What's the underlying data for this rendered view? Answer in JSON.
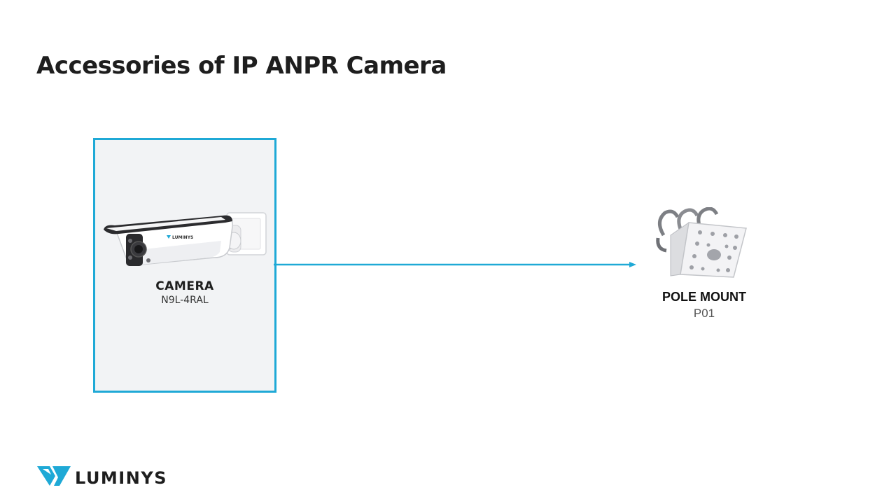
{
  "slide": {
    "title": "Accessories of IP ANPR Camera"
  },
  "camera": {
    "name": "CAMERA",
    "model": "N9L-4RAL",
    "brand_mark": "LUMINYS"
  },
  "mount": {
    "name": "POLE MOUNT",
    "model": "P01"
  },
  "footer": {
    "logo_text": "LUMINYS"
  },
  "colors": {
    "accent": "#1fa9d6",
    "box_background": "#f2f3f5",
    "title_text": "#1e1e1e"
  },
  "icons": [
    "camera-image",
    "pole-mount-image",
    "luminys-logo-icon",
    "arrow-icon"
  ]
}
